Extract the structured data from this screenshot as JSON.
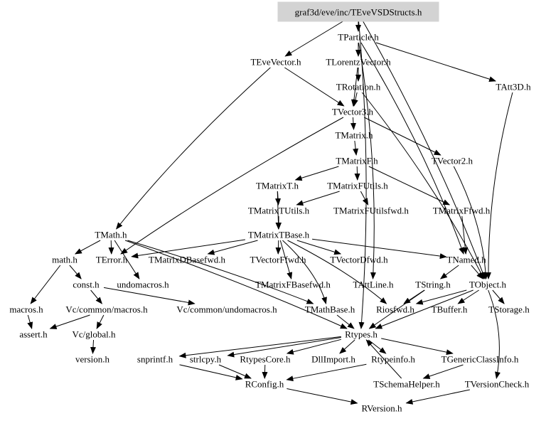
{
  "diagram": {
    "title": "graf3d/eve/inc/TEveVSDStructs.h",
    "root_node": "graf3d/eve/inc/TEveVSDStructs.h",
    "colors": {
      "root_fill": "#d3d3d3",
      "edge": "#000000",
      "text": "#000000",
      "background": "#ffffff"
    },
    "nodes": [
      {
        "id": "root",
        "label": "graf3d/eve/inc/TEveVSDStructs.h",
        "highlight": true
      },
      {
        "id": "TParticle",
        "label": "TParticle.h"
      },
      {
        "id": "TEveVector",
        "label": "TEveVector.h"
      },
      {
        "id": "TLorentzVector",
        "label": "TLorentzVector.h"
      },
      {
        "id": "TAtt3D",
        "label": "TAtt3D.h"
      },
      {
        "id": "TRotation",
        "label": "TRotation.h"
      },
      {
        "id": "TVector3",
        "label": "TVector3.h"
      },
      {
        "id": "TMatrix",
        "label": "TMatrix.h"
      },
      {
        "id": "TVector2",
        "label": "TVector2.h"
      },
      {
        "id": "TMatrixF",
        "label": "TMatrixF.h"
      },
      {
        "id": "TMatrixT",
        "label": "TMatrixT.h"
      },
      {
        "id": "TMatrixFUtils",
        "label": "TMatrixFUtils.h"
      },
      {
        "id": "TMatrixTUtils",
        "label": "TMatrixTUtils.h"
      },
      {
        "id": "TMatrixFUtilsfwd",
        "label": "TMatrixFUtilsfwd.h"
      },
      {
        "id": "TMatrixFfwd",
        "label": "TMatrixFfwd.h"
      },
      {
        "id": "TMath",
        "label": "TMath.h"
      },
      {
        "id": "TMatrixTBase",
        "label": "TMatrixTBase.h"
      },
      {
        "id": "mathh",
        "label": "math.h"
      },
      {
        "id": "TError",
        "label": "TError.h"
      },
      {
        "id": "TMatrixDBasefwd",
        "label": "TMatrixDBasefwd.h"
      },
      {
        "id": "TVectorFfwd",
        "label": "TVectorFfwd.h"
      },
      {
        "id": "TVectorDfwd",
        "label": "TVectorDfwd.h"
      },
      {
        "id": "TNamed",
        "label": "TNamed.h"
      },
      {
        "id": "consth",
        "label": "const.h"
      },
      {
        "id": "undomacros",
        "label": "undomacros.h"
      },
      {
        "id": "TMatrixFBasefwd",
        "label": "TMatrixFBasefwd.h"
      },
      {
        "id": "TAttLine",
        "label": "TAttLine.h"
      },
      {
        "id": "TString",
        "label": "TString.h"
      },
      {
        "id": "TObject",
        "label": "TObject.h"
      },
      {
        "id": "macrosh",
        "label": "macros.h"
      },
      {
        "id": "VcMacros",
        "label": "Vc/common/macros.h"
      },
      {
        "id": "VcUndomacros",
        "label": "Vc/common/undomacros.h"
      },
      {
        "id": "TMathBase",
        "label": "TMathBase.h"
      },
      {
        "id": "Riosfwd",
        "label": "Riosfwd.h"
      },
      {
        "id": "TBuffer",
        "label": "TBuffer.h"
      },
      {
        "id": "TStorage",
        "label": "TStorage.h"
      },
      {
        "id": "asserth",
        "label": "assert.h"
      },
      {
        "id": "VcGlobal",
        "label": "Vc/global.h"
      },
      {
        "id": "Rtypes",
        "label": "Rtypes.h"
      },
      {
        "id": "versionh",
        "label": "version.h"
      },
      {
        "id": "snprintf",
        "label": "snprintf.h"
      },
      {
        "id": "strlcpy",
        "label": "strlcpy.h"
      },
      {
        "id": "RtypesCore",
        "label": "RtypesCore.h"
      },
      {
        "id": "DllImport",
        "label": "DllImport.h"
      },
      {
        "id": "Rtypeinfo",
        "label": "Rtypeinfo.h"
      },
      {
        "id": "TGenericClassInfo",
        "label": "TGenericClassInfo.h"
      },
      {
        "id": "RConfig",
        "label": "RConfig.h"
      },
      {
        "id": "TSchemaHelper",
        "label": "TSchemaHelper.h"
      },
      {
        "id": "TVersionCheck",
        "label": "TVersionCheck.h"
      },
      {
        "id": "RVersion",
        "label": "RVersion.h"
      }
    ],
    "edges": [
      [
        "root",
        "TParticle"
      ],
      [
        "root",
        "TEveVector"
      ],
      [
        "root",
        "TObject"
      ],
      [
        "root",
        "Rtypes"
      ],
      [
        "TParticle",
        "TLorentzVector"
      ],
      [
        "TParticle",
        "TAtt3D"
      ],
      [
        "TParticle",
        "TAttLine"
      ],
      [
        "TParticle",
        "TNamed"
      ],
      [
        "TEveVector",
        "TVector3"
      ],
      [
        "TEveVector",
        "TMath"
      ],
      [
        "TLorentzVector",
        "TRotation"
      ],
      [
        "TLorentzVector",
        "TVector3"
      ],
      [
        "TAtt3D",
        "TObject"
      ],
      [
        "TRotation",
        "TVector3"
      ],
      [
        "TRotation",
        "TObject"
      ],
      [
        "TVector3",
        "TMatrix"
      ],
      [
        "TVector3",
        "TVector2"
      ],
      [
        "TVector3",
        "TError"
      ],
      [
        "TMatrix",
        "TMatrixF"
      ],
      [
        "TVector2",
        "TObject"
      ],
      [
        "TMatrixF",
        "TMatrixT"
      ],
      [
        "TMatrixF",
        "TMatrixFUtils"
      ],
      [
        "TMatrixF",
        "TMatrixFfwd"
      ],
      [
        "TMatrixFUtils",
        "TMatrixTUtils"
      ],
      [
        "TMatrixFUtils",
        "TMatrixFUtilsfwd"
      ],
      [
        "TMatrixT",
        "TMatrixTUtils"
      ],
      [
        "TMatrixT",
        "TMatrixTBase"
      ],
      [
        "TMatrixTUtils",
        "TMatrixTBase"
      ],
      [
        "TMatrixFfwd",
        "TNamed"
      ],
      [
        "TMatrixTBase",
        "TError"
      ],
      [
        "TMatrixTBase",
        "TMatrixDBasefwd"
      ],
      [
        "TMatrixTBase",
        "TVectorFfwd"
      ],
      [
        "TMatrixTBase",
        "TVectorDfwd"
      ],
      [
        "TMatrixTBase",
        "TMatrixFBasefwd"
      ],
      [
        "TMatrixTBase",
        "TNamed"
      ],
      [
        "TMatrixTBase",
        "TMathBase"
      ],
      [
        "TMatrixTBase",
        "Riosfwd"
      ],
      [
        "TMath",
        "TError"
      ],
      [
        "TMath",
        "mathh"
      ],
      [
        "TMath",
        "undomacros"
      ],
      [
        "TMath",
        "TMathBase"
      ],
      [
        "TMath",
        "Rtypes"
      ],
      [
        "mathh",
        "consth"
      ],
      [
        "mathh",
        "macrosh"
      ],
      [
        "consth",
        "VcMacros"
      ],
      [
        "consth",
        "VcUndomacros"
      ],
      [
        "macrosh",
        "asserth"
      ],
      [
        "VcMacros",
        "asserth"
      ],
      [
        "VcMacros",
        "VcGlobal"
      ],
      [
        "VcGlobal",
        "versionh"
      ],
      [
        "TNamed",
        "TString"
      ],
      [
        "TNamed",
        "TObject"
      ],
      [
        "TString",
        "Riosfwd"
      ],
      [
        "TString",
        "Rtypes"
      ],
      [
        "TObject",
        "Riosfwd"
      ],
      [
        "TObject",
        "TBuffer"
      ],
      [
        "TObject",
        "TStorage"
      ],
      [
        "TObject",
        "Rtypes"
      ],
      [
        "TObject",
        "TVersionCheck"
      ],
      [
        "TMathBase",
        "Rtypes"
      ],
      [
        "Rtypes",
        "snprintf"
      ],
      [
        "Rtypes",
        "strlcpy"
      ],
      [
        "Rtypes",
        "RtypesCore"
      ],
      [
        "Rtypes",
        "DllImport"
      ],
      [
        "Rtypes",
        "Rtypeinfo"
      ],
      [
        "Rtypes",
        "TGenericClassInfo"
      ],
      [
        "snprintf",
        "RConfig"
      ],
      [
        "strlcpy",
        "RConfig"
      ],
      [
        "RtypesCore",
        "RConfig"
      ],
      [
        "Rtypeinfo",
        "RConfig"
      ],
      [
        "TGenericClassInfo",
        "TSchemaHelper"
      ],
      [
        "TSchemaHelper",
        "Rtypes"
      ],
      [
        "RConfig",
        "RVersion"
      ],
      [
        "TVersionCheck",
        "RVersion"
      ]
    ]
  }
}
